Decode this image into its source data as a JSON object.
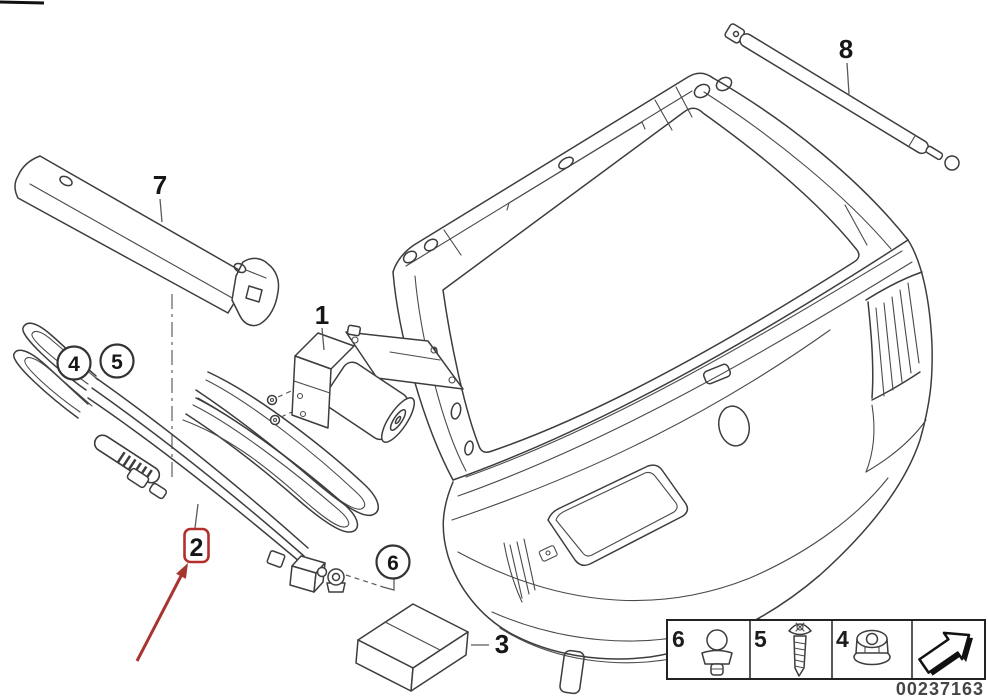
{
  "diagram": {
    "description": "Tailgate rear window wiper parts exploded diagram",
    "catalog_number": "00237163",
    "parts": {
      "wiper_motor": {
        "label": "1"
      },
      "cable_set": {
        "label": "2",
        "highlighted": true
      },
      "box": {
        "label": "3"
      },
      "nut": {
        "label": "4"
      },
      "screw": {
        "label": "5"
      },
      "ball_stud": {
        "label": "6"
      },
      "cover": {
        "label": "7"
      },
      "gas_strut": {
        "label": "8"
      }
    },
    "legend": {
      "items": [
        {
          "label": "6",
          "icon": "ball-stud-icon"
        },
        {
          "label": "5",
          "icon": "screw-icon"
        },
        {
          "label": "4",
          "icon": "flange-nut-icon"
        },
        {
          "label": "",
          "icon": "direction-arrow-icon"
        }
      ]
    },
    "colors": {
      "line": "#3d3d3d",
      "label": "#161616",
      "highlight_red": "#a83430",
      "background": "#ffffff"
    }
  }
}
